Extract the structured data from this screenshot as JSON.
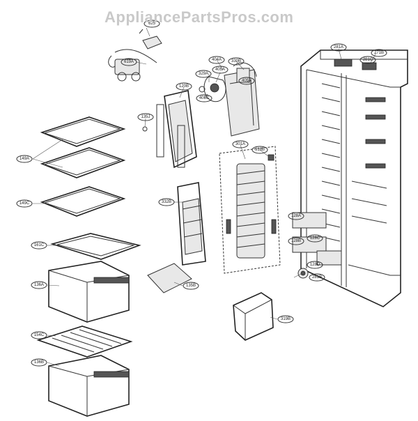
{
  "watermark": "AppliancePartsPros.com",
  "callouts": {
    "c625": "625",
    "c619A": "619A",
    "c120B": "120B",
    "c404A": "404A",
    "c405A": "405A",
    "c329A": "329A",
    "c405C": "405C",
    "c330B": "330B",
    "c405B": "405B",
    "c135J": "135J",
    "c149A": "149A",
    "c149C": "149C",
    "c332B": "332B",
    "c301A": "301A",
    "c318B": "318B",
    "c161C": "161C",
    "c136A": "136A",
    "c135B": "135B",
    "c319B": "319B",
    "c154C": "154C",
    "c136B": "136B",
    "c281A": "281A",
    "c271B": "271B",
    "c281C": "281C",
    "c128A": "128A",
    "c128B": "128B",
    "c128C": "128C",
    "c128D": "128D",
    "c281B": "281B"
  }
}
